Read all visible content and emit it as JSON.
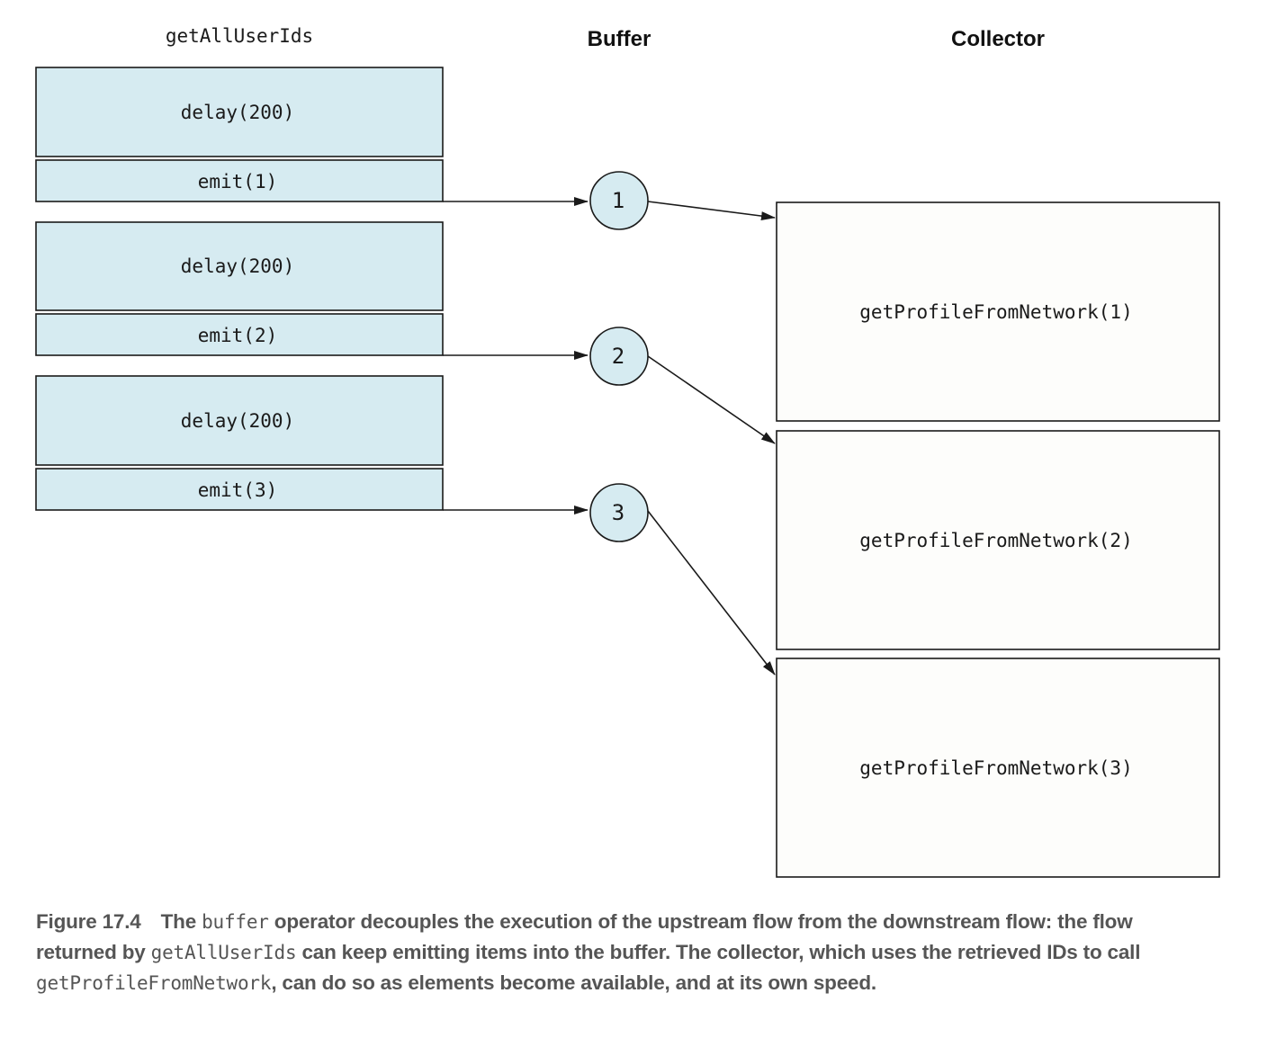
{
  "columns": {
    "upstream": "getAllUserIds",
    "buffer": "Buffer",
    "collector": "Collector"
  },
  "upstream_steps": [
    {
      "delay_label": "delay(200)",
      "emit_label": "emit(1)"
    },
    {
      "delay_label": "delay(200)",
      "emit_label": "emit(2)"
    },
    {
      "delay_label": "delay(200)",
      "emit_label": "emit(3)"
    }
  ],
  "buffer_items": [
    "1",
    "2",
    "3"
  ],
  "collector_calls": [
    "getProfileFromNetwork(1)",
    "getProfileFromNetwork(2)",
    "getProfileFromNetwork(3)"
  ],
  "colors": {
    "upstream_fill": "#d6ebf1",
    "buffer_fill": "#d6ebf1",
    "collector_fill": "#fdfdfb",
    "caption_text": "#555555"
  },
  "caption": {
    "figure_number": "Figure 17.4",
    "part1": "The ",
    "code1": "buffer",
    "part2": " operator decouples the execution of the upstream flow from the downstream flow: the flow returned by ",
    "code2": "getAllUserIds",
    "part3": " can keep emitting items into the buffer. The collector, which uses the retrieved IDs to call ",
    "code3": "getProfileFromNetwork",
    "part4": ", can do so as elements become available, and at its own speed."
  }
}
